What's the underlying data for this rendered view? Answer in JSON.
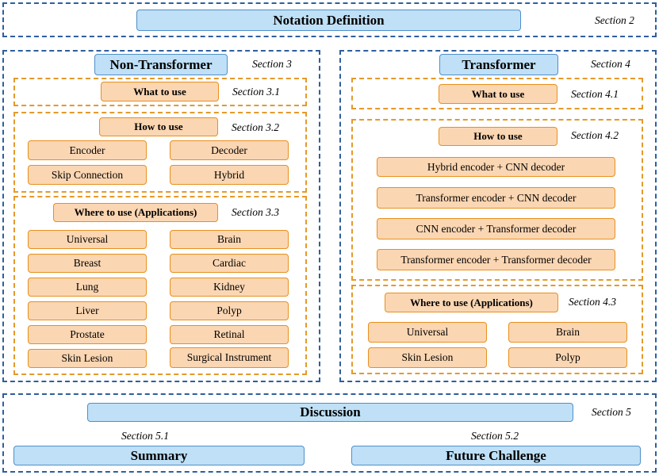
{
  "notation": {
    "title": "Notation Definition",
    "section": "Section 2"
  },
  "non_transformer": {
    "title": "Non-Transformer",
    "section": "Section 3",
    "what": {
      "label": "What to use",
      "section": "Section 3.1"
    },
    "how": {
      "label": "How to use",
      "section": "Section 3.2",
      "items": [
        "Encoder",
        "Decoder",
        "Skip Connection",
        "Hybrid"
      ]
    },
    "where": {
      "label": "Where to use (Applications)",
      "section": "Section 3.3",
      "items": [
        "Universal",
        "Brain",
        "Breast",
        "Cardiac",
        "Lung",
        "Kidney",
        "Liver",
        "Polyp",
        "Prostate",
        "Retinal",
        "Skin Lesion",
        "Surgical Instrument"
      ]
    }
  },
  "transformer": {
    "title": "Transformer",
    "section": "Section 4",
    "what": {
      "label": "What to use",
      "section": "Section 4.1"
    },
    "how": {
      "label": "How to use",
      "section": "Section 4.2",
      "items": [
        "Hybrid encoder + CNN decoder",
        "Transformer encoder + CNN decoder",
        "CNN encoder + Transformer decoder",
        "Transformer encoder + Transformer decoder"
      ]
    },
    "where": {
      "label": "Where to use (Applications)",
      "section": "Section 4.3",
      "items": [
        "Universal",
        "Brain",
        "Skin Lesion",
        "Polyp"
      ]
    }
  },
  "discussion": {
    "title": "Discussion",
    "section": "Section 5",
    "summary": {
      "label": "Summary",
      "section": "Section 5.1"
    },
    "future": {
      "label": "Future Challenge",
      "section": "Section 5.2"
    }
  },
  "colors": {
    "blue_fill": "#bfe0f6",
    "blue_border": "#4f8fcb",
    "blue_dash": "#2e5f9c",
    "orange_fill": "#fbd6b2",
    "orange_border": "#e8901e",
    "orange_dash": "#e49a2a"
  }
}
